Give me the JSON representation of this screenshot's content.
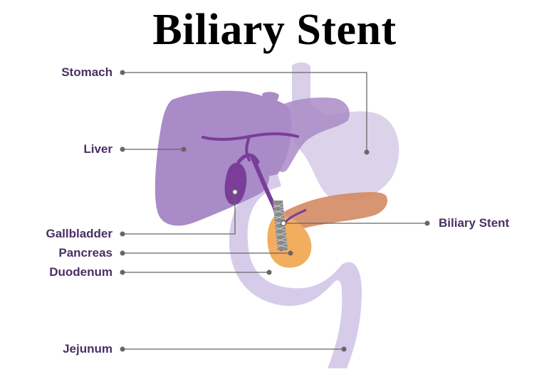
{
  "title": "Biliary Stent",
  "labels": {
    "stomach": "Stomach",
    "liver": "Liver",
    "gallbladder": "Gallbladder",
    "pancreas": "Pancreas",
    "duodenum": "Duodenum",
    "jejunum": "Jejunum",
    "biliary_stent": "Biliary Stent"
  },
  "colors": {
    "label_text": "#4a2f66",
    "liver": "#a98bc7",
    "stomach": "#d9cfe8",
    "duodenum": "#d6ccea",
    "gallbladder": "#7a3d99",
    "bile_duct": "#7a3d99",
    "pancreas_body": "#d48a63",
    "pancreas_head": "#f3ad5e",
    "stent": "#8a8a8a",
    "leader_line": "#666666"
  }
}
